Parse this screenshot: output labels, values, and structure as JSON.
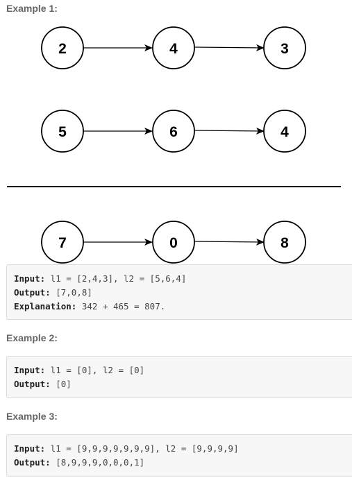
{
  "examples": [
    {
      "heading": "Example 1:",
      "lines": [
        {
          "key": "Input:",
          "value": " l1 = [2,4,3], l2 = [5,6,4]"
        },
        {
          "key": "Output:",
          "value": " [7,0,8]"
        },
        {
          "key": "Explanation:",
          "value": " 342 + 465 = 807."
        }
      ]
    },
    {
      "heading": "Example 2:",
      "lines": [
        {
          "key": "Input:",
          "value": " l1 = [0], l2 = [0]"
        },
        {
          "key": "Output:",
          "value": " [0]"
        }
      ]
    },
    {
      "heading": "Example 3:",
      "lines": [
        {
          "key": "Input:",
          "value": " l1 = [9,9,9,9,9,9,9], l2 = [9,9,9,9]"
        },
        {
          "key": "Output:",
          "value": " [8,9,9,9,0,0,0,1]"
        }
      ]
    }
  ],
  "diagram": {
    "list1": [
      "2",
      "4",
      "3"
    ],
    "list2": [
      "5",
      "6",
      "4"
    ],
    "result": [
      "7",
      "0",
      "8"
    ]
  }
}
